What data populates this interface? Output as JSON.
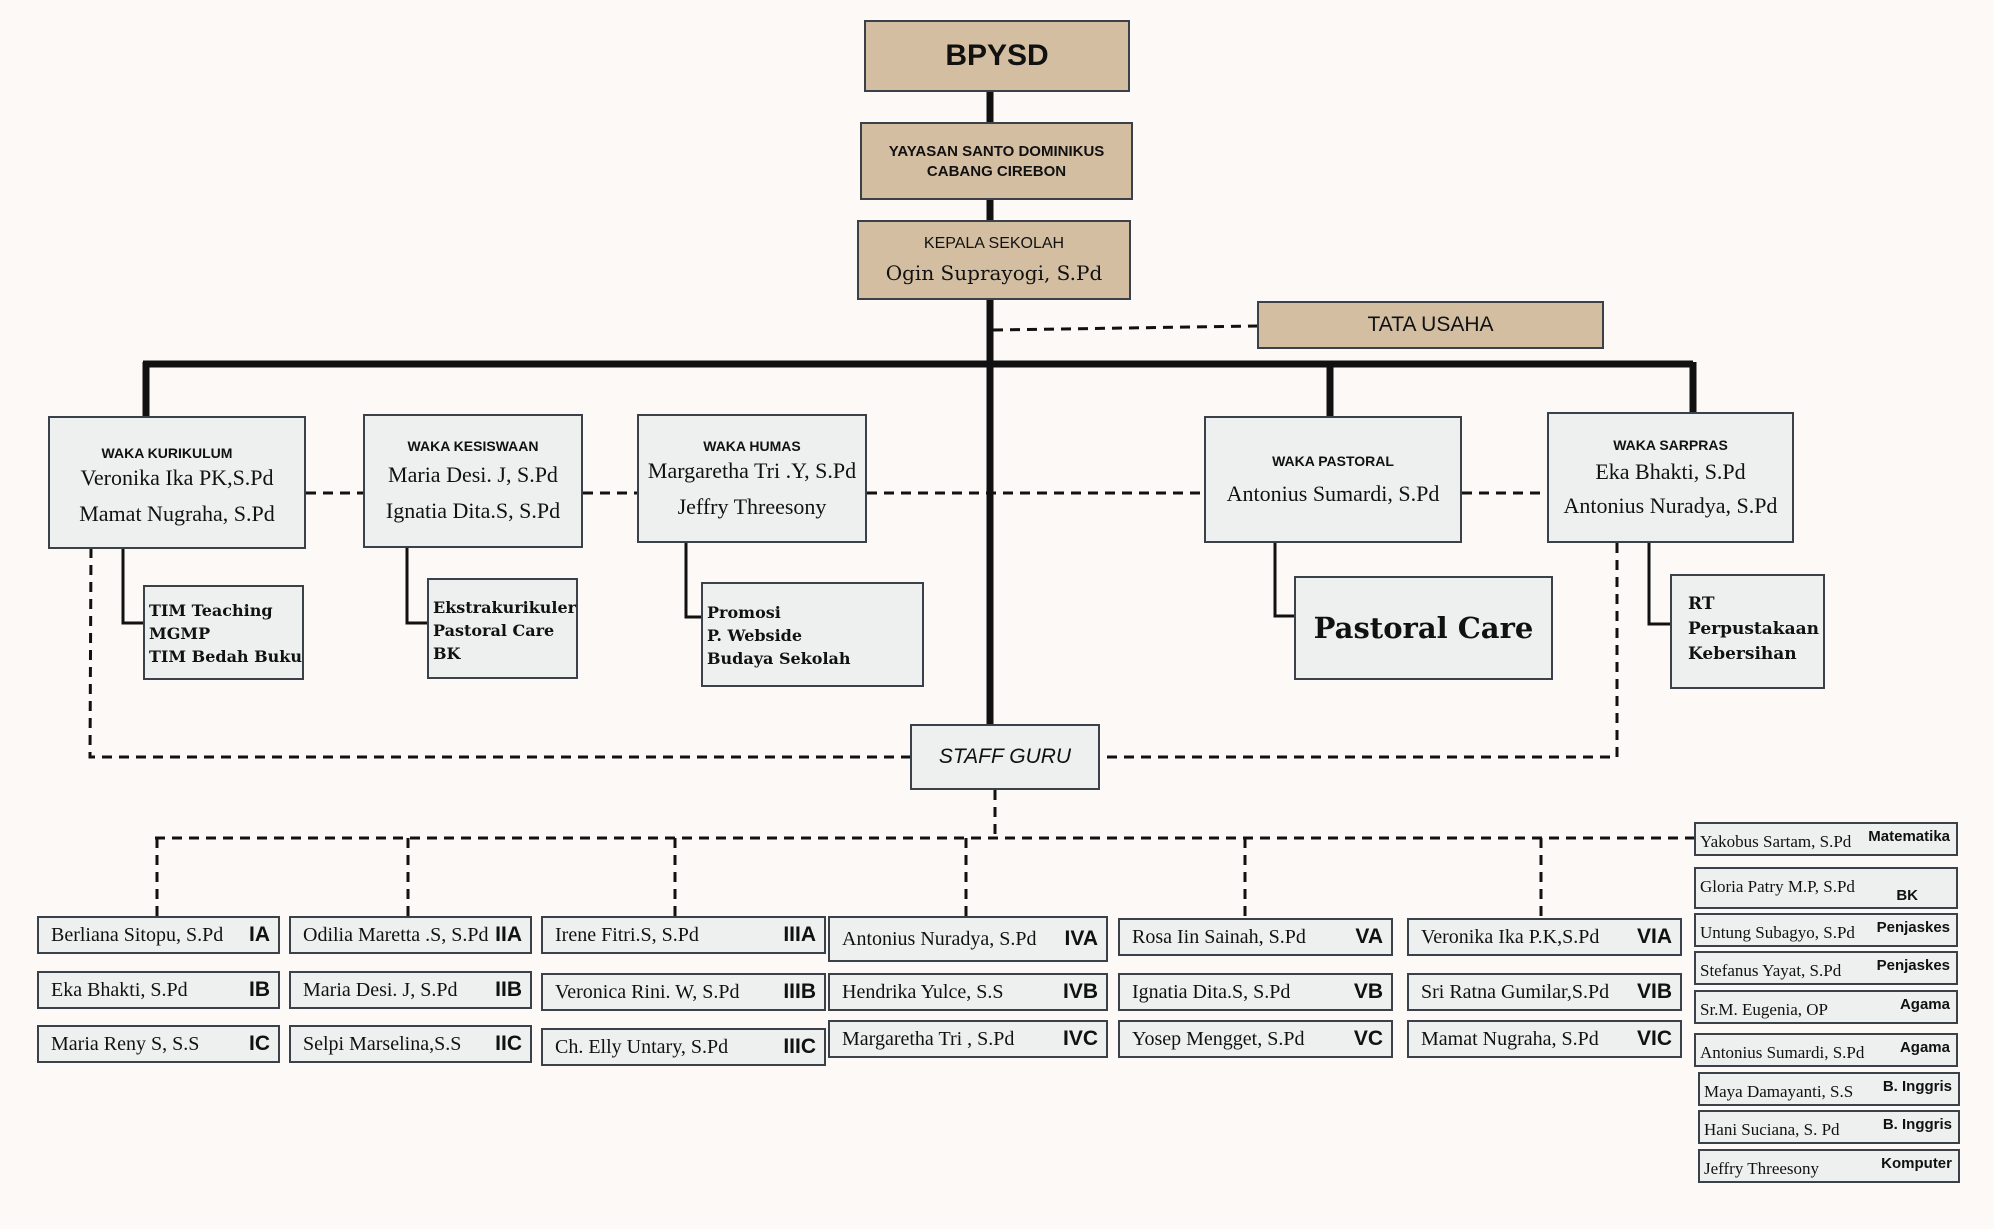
{
  "top": {
    "bpysd": "BPYSD",
    "yayasan_line1": "YAYASAN SANTO DOMINIKUS",
    "yayasan_line2": "CABANG CIREBON",
    "kepala_title": "KEPALA SEKOLAH",
    "kepala_name": "Ogin Suprayogi, S.Pd",
    "tata_usaha": "TATA USAHA"
  },
  "waka": {
    "kurikulum": {
      "title": "WAKA KURIKULUM",
      "names": [
        "Veronika Ika PK,S.Pd",
        "Mamat Nugraha, S.Pd"
      ],
      "sub": [
        "TIM Teaching",
        "MGMP",
        "TIM Bedah Buku"
      ]
    },
    "kesiswaan": {
      "title": "WAKA KESISWAAN",
      "names": [
        "Maria Desi. J, S.Pd",
        "Ignatia Dita.S, S.Pd"
      ],
      "sub": [
        "Ekstrakurikuler",
        "Pastoral Care",
        "BK"
      ]
    },
    "humas": {
      "title": "WAKA HUMAS",
      "names": [
        "Margaretha Tri .Y, S.Pd",
        "Jeffry Threesony"
      ],
      "sub": [
        "Promosi",
        "P. Webside",
        "Budaya Sekolah"
      ]
    },
    "pastoral": {
      "title": "WAKA PASTORAL",
      "names": [
        "Antonius Sumardi, S.Pd"
      ],
      "sub": [
        "Pastoral Care"
      ]
    },
    "sarpras": {
      "title": "WAKA SARPRAS",
      "names": [
        "Eka Bhakti, S.Pd",
        "Antonius Nuradya, S.Pd"
      ],
      "sub": [
        "RT",
        "Perpustakaan",
        "Kebersihan"
      ]
    }
  },
  "staff_guru": "STAFF GURU",
  "classes": [
    [
      {
        "name": "Berliana Sitopu, S.Pd",
        "code": "IA"
      },
      {
        "name": "Eka Bhakti, S.Pd",
        "code": "IB"
      },
      {
        "name": "Maria Reny S, S.S",
        "code": "IC"
      }
    ],
    [
      {
        "name": "Odilia Maretta .S, S.Pd",
        "code": "IIA"
      },
      {
        "name": "Maria Desi. J, S.Pd",
        "code": "IIB"
      },
      {
        "name": "Selpi Marselina,S.S",
        "code": "IIC"
      }
    ],
    [
      {
        "name": "Irene Fitri.S, S.Pd",
        "code": "IIIA"
      },
      {
        "name": "Veronica Rini. W, S.Pd",
        "code": "IIIB"
      },
      {
        "name": "Ch. Elly Untary, S.Pd",
        "code": "IIIC"
      }
    ],
    [
      {
        "name": "Antonius Nuradya, S.Pd",
        "code": "IVA"
      },
      {
        "name": "Hendrika Yulce,  S.S",
        "code": "IVB"
      },
      {
        "name": "Margaretha Tri , S.Pd",
        "code": "IVC"
      }
    ],
    [
      {
        "name": "Rosa Iin Sainah, S.Pd",
        "code": "VA"
      },
      {
        "name": "Ignatia Dita.S, S.Pd",
        "code": "VB"
      },
      {
        "name": "Yosep Mengget, S.Pd",
        "code": "VC"
      }
    ],
    [
      {
        "name": "Veronika Ika P.K,S.Pd",
        "code": "VIA"
      },
      {
        "name": "Sri Ratna Gumilar,S.Pd",
        "code": "VIB"
      },
      {
        "name": "Mamat Nugraha, S.Pd",
        "code": "VIC"
      }
    ]
  ],
  "subject_teachers": [
    {
      "name": "Yakobus Sartam, S.Pd",
      "subject": "Matematika"
    },
    {
      "name": "Gloria Patry M.P, S.Pd",
      "subject": "BK"
    },
    {
      "name": "Untung Subagyo, S.Pd",
      "subject": "Penjaskes"
    },
    {
      "name": "Stefanus Yayat, S.Pd",
      "subject": "Penjaskes"
    },
    {
      "name": "Sr.M. Eugenia, OP",
      "subject": "Agama"
    },
    {
      "name": "Antonius Sumardi, S.Pd",
      "subject": "Agama"
    },
    {
      "name": "Maya Damayanti, S.S",
      "subject": "B. Inggris"
    },
    {
      "name": "Hani Suciana, S. Pd",
      "subject": "B. Inggris"
    },
    {
      "name": "Jeffry Threesony",
      "subject": "Komputer"
    }
  ],
  "colors": {
    "tan": "#d3bea2",
    "grey_box": "#eef0f0",
    "line": "#111111"
  }
}
